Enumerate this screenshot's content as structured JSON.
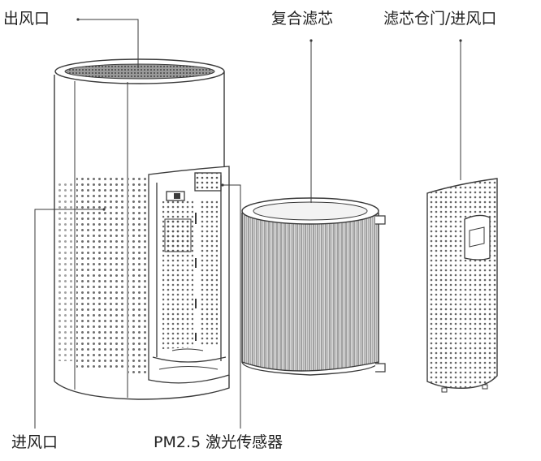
{
  "labels": {
    "air_outlet": "出风口",
    "composite_filter": "复合滤芯",
    "filter_door_inlet": "滤芯仓门/进风口",
    "air_inlet": "进风口",
    "pm25_sensor": "PM2.5 激光传感器"
  },
  "colors": {
    "line": "#3a3a3a",
    "dot": "#555555",
    "filter_pleat": "#6f6f6f",
    "background": "#ffffff"
  }
}
